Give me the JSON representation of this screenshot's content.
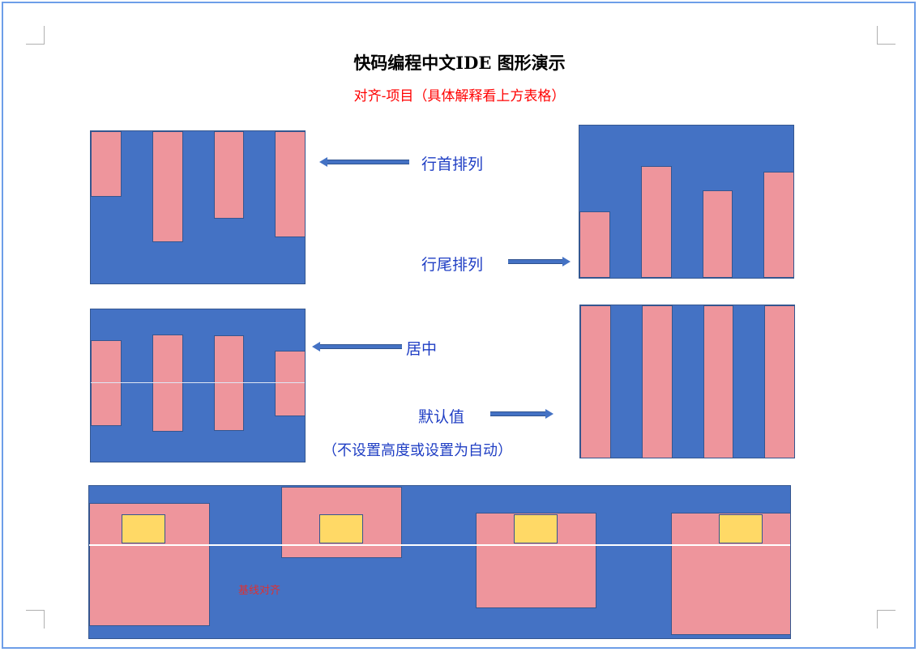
{
  "title": "快码编程中文IDE  图形演示",
  "subtitle": "对齐-项目（具体解释看上方表格）",
  "colors": {
    "container": "#4472c4",
    "item": "#ee959c",
    "inner": "#ffd966",
    "label": "#1f3ec4",
    "subtitle": "#ff0000",
    "frame": "#6d9ee8"
  },
  "labels": {
    "flex_start": "行首排列",
    "flex_end": "行尾排列",
    "center": "居中",
    "stretch": "默认值",
    "stretch_note": "（不设置高度或设置为自动）",
    "baseline": "基线对齐"
  },
  "icons": [
    "arrow-left-icon",
    "arrow-right-icon"
  ]
}
